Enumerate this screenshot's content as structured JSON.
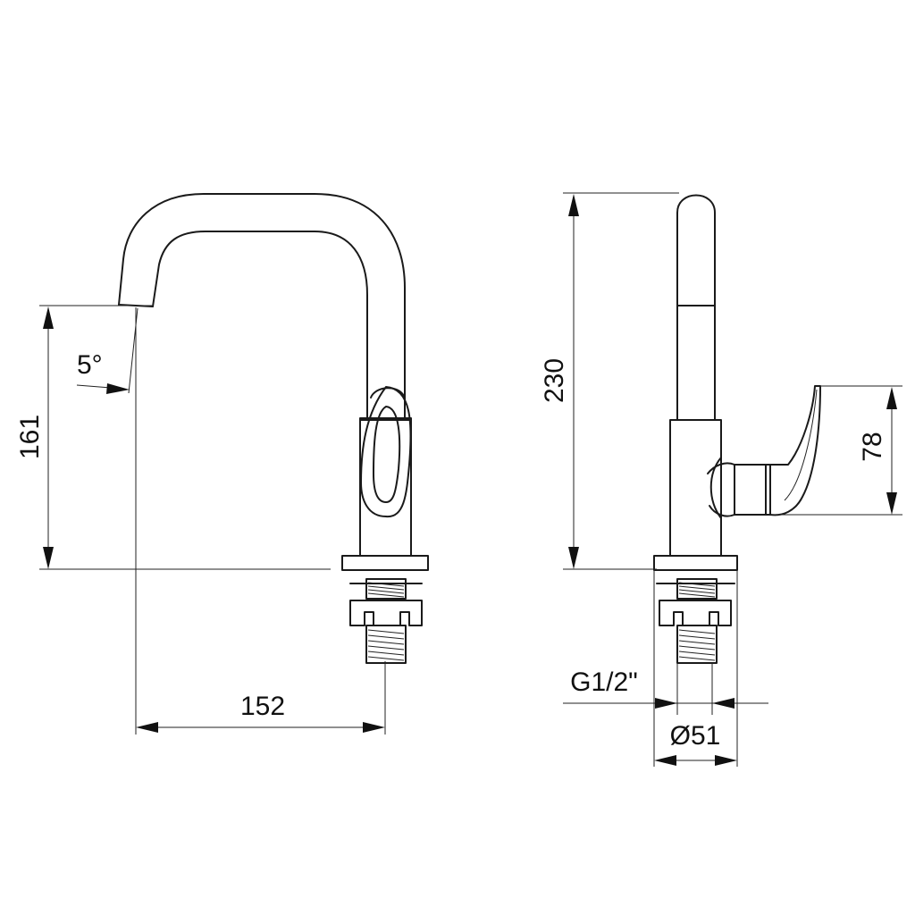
{
  "drawing": {
    "front_view": {
      "spout_height": "161",
      "spout_angle": "5°",
      "spout_reach": "152"
    },
    "side_view": {
      "total_height": "230",
      "handle_height": "78",
      "thread": "G1/2\"",
      "base_diameter": "Ø51"
    }
  }
}
